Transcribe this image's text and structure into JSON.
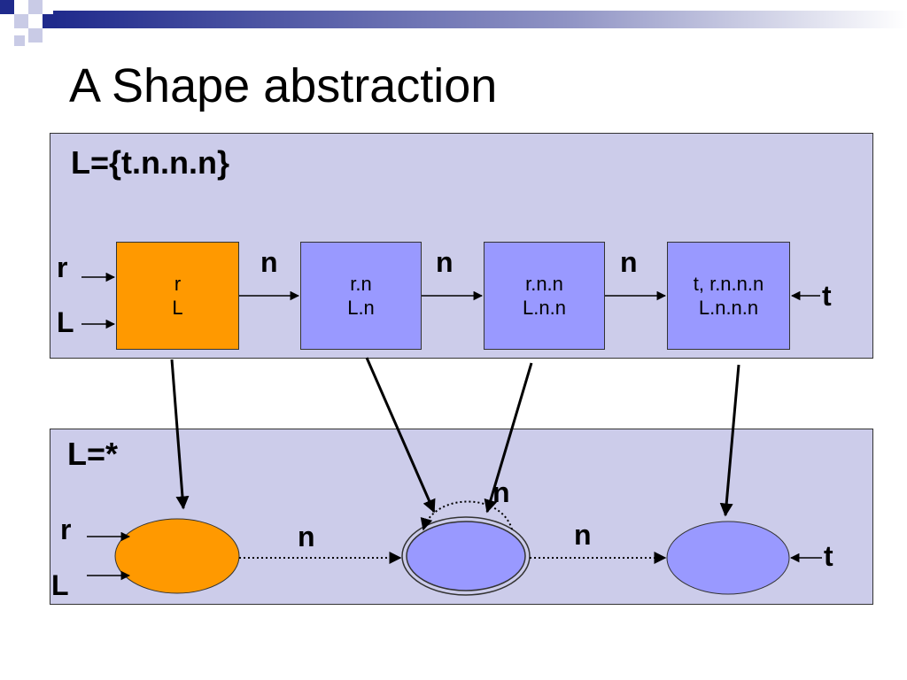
{
  "title": "A Shape abstraction",
  "colors": {
    "panel_bg": "#ccccea",
    "orange_node": "#ff9900",
    "blue_node": "#9999ff",
    "deco_navy": "#1f2a8c"
  },
  "top_panel": {
    "label": "L={t.n.n.n}",
    "nodes": [
      {
        "line1": "r",
        "line2": "L"
      },
      {
        "line1": "r.n",
        "line2": "L.n"
      },
      {
        "line1": "r.n.n",
        "line2": "L.n.n"
      },
      {
        "line1": "t, r.n.n.n",
        "line2": "L.n.n.n"
      }
    ],
    "edge_labels": [
      "n",
      "n",
      "n"
    ],
    "pointers_in": [
      "r",
      "L"
    ],
    "pointer_out": "t"
  },
  "bottom_panel": {
    "label": "L=*",
    "edge_labels": [
      "n",
      "n"
    ],
    "self_loop_label": "n",
    "pointers_in": [
      "r",
      "L"
    ],
    "pointer_out": "t"
  }
}
